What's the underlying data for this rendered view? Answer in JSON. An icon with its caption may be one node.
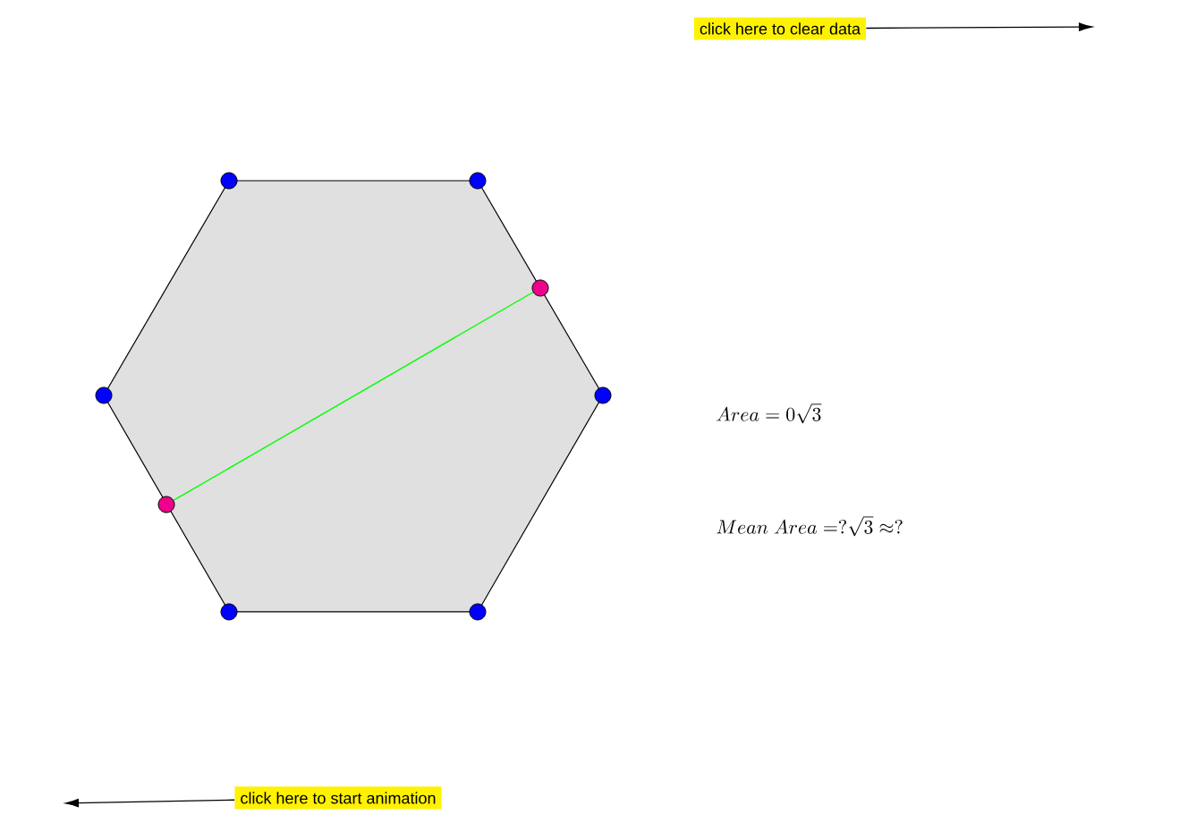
{
  "diagram": {
    "nodes": [
      {
        "text": [
          "click here to clear data"
        ]
      },
      {
        "text": [
          "click here to start animation"
        ]
      },
      {
        "text": [],
        "shape": "circle"
      },
      {
        "text": [],
        "shape": "circle"
      }
    ],
    "edges": [
      {
        "from": 0,
        "to": null,
        "arrow": "to"
      },
      {
        "from": 1,
        "to": null,
        "arrow": "to"
      },
      {
        "from": 2,
        "to": 3,
        "arrow": "none",
        "color": "#00ff00"
      }
    ],
    "labels": [
      "Area = 0\\sqrt{3}",
      "Mean\\ Area = ?\\sqrt{3} \\approx ?"
    ]
  }
}
